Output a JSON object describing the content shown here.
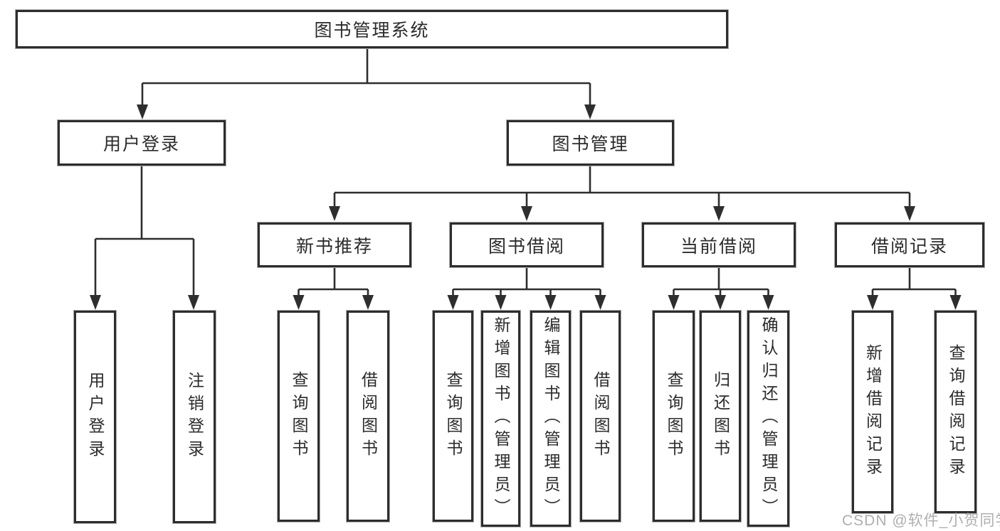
{
  "tree": {
    "root": {
      "label": "图书管理系统"
    },
    "branches": [
      {
        "label": "用户登录",
        "children": [
          {
            "label": "用户登录"
          },
          {
            "label": "注销登录"
          }
        ]
      },
      {
        "label": "图书管理",
        "children": [
          {
            "label": "新书推荐",
            "children": [
              {
                "label": "查询图书"
              },
              {
                "label": "借阅图书"
              }
            ]
          },
          {
            "label": "图书借阅",
            "children": [
              {
                "label": "查询图书"
              },
              {
                "label": "新增图书（管理员）"
              },
              {
                "label": "编辑图书（管理员）"
              },
              {
                "label": "借阅图书"
              }
            ]
          },
          {
            "label": "当前借阅",
            "children": [
              {
                "label": "查询图书"
              },
              {
                "label": "归还图书"
              },
              {
                "label": "确认归还（管理员）"
              }
            ]
          },
          {
            "label": "借阅记录",
            "children": [
              {
                "label": "新增借阅记录"
              },
              {
                "label": "查询借阅记录"
              }
            ]
          }
        ]
      }
    ]
  },
  "watermark": {
    "text": "CSDN @软件_小贺同学"
  },
  "colors": {
    "box_border": "#2d2d2d",
    "box_halo": "#ababab",
    "line": "#2e2e2e",
    "text": "#2b2b2b",
    "watermark": "#a8a8a8",
    "background": "#ffffff"
  }
}
